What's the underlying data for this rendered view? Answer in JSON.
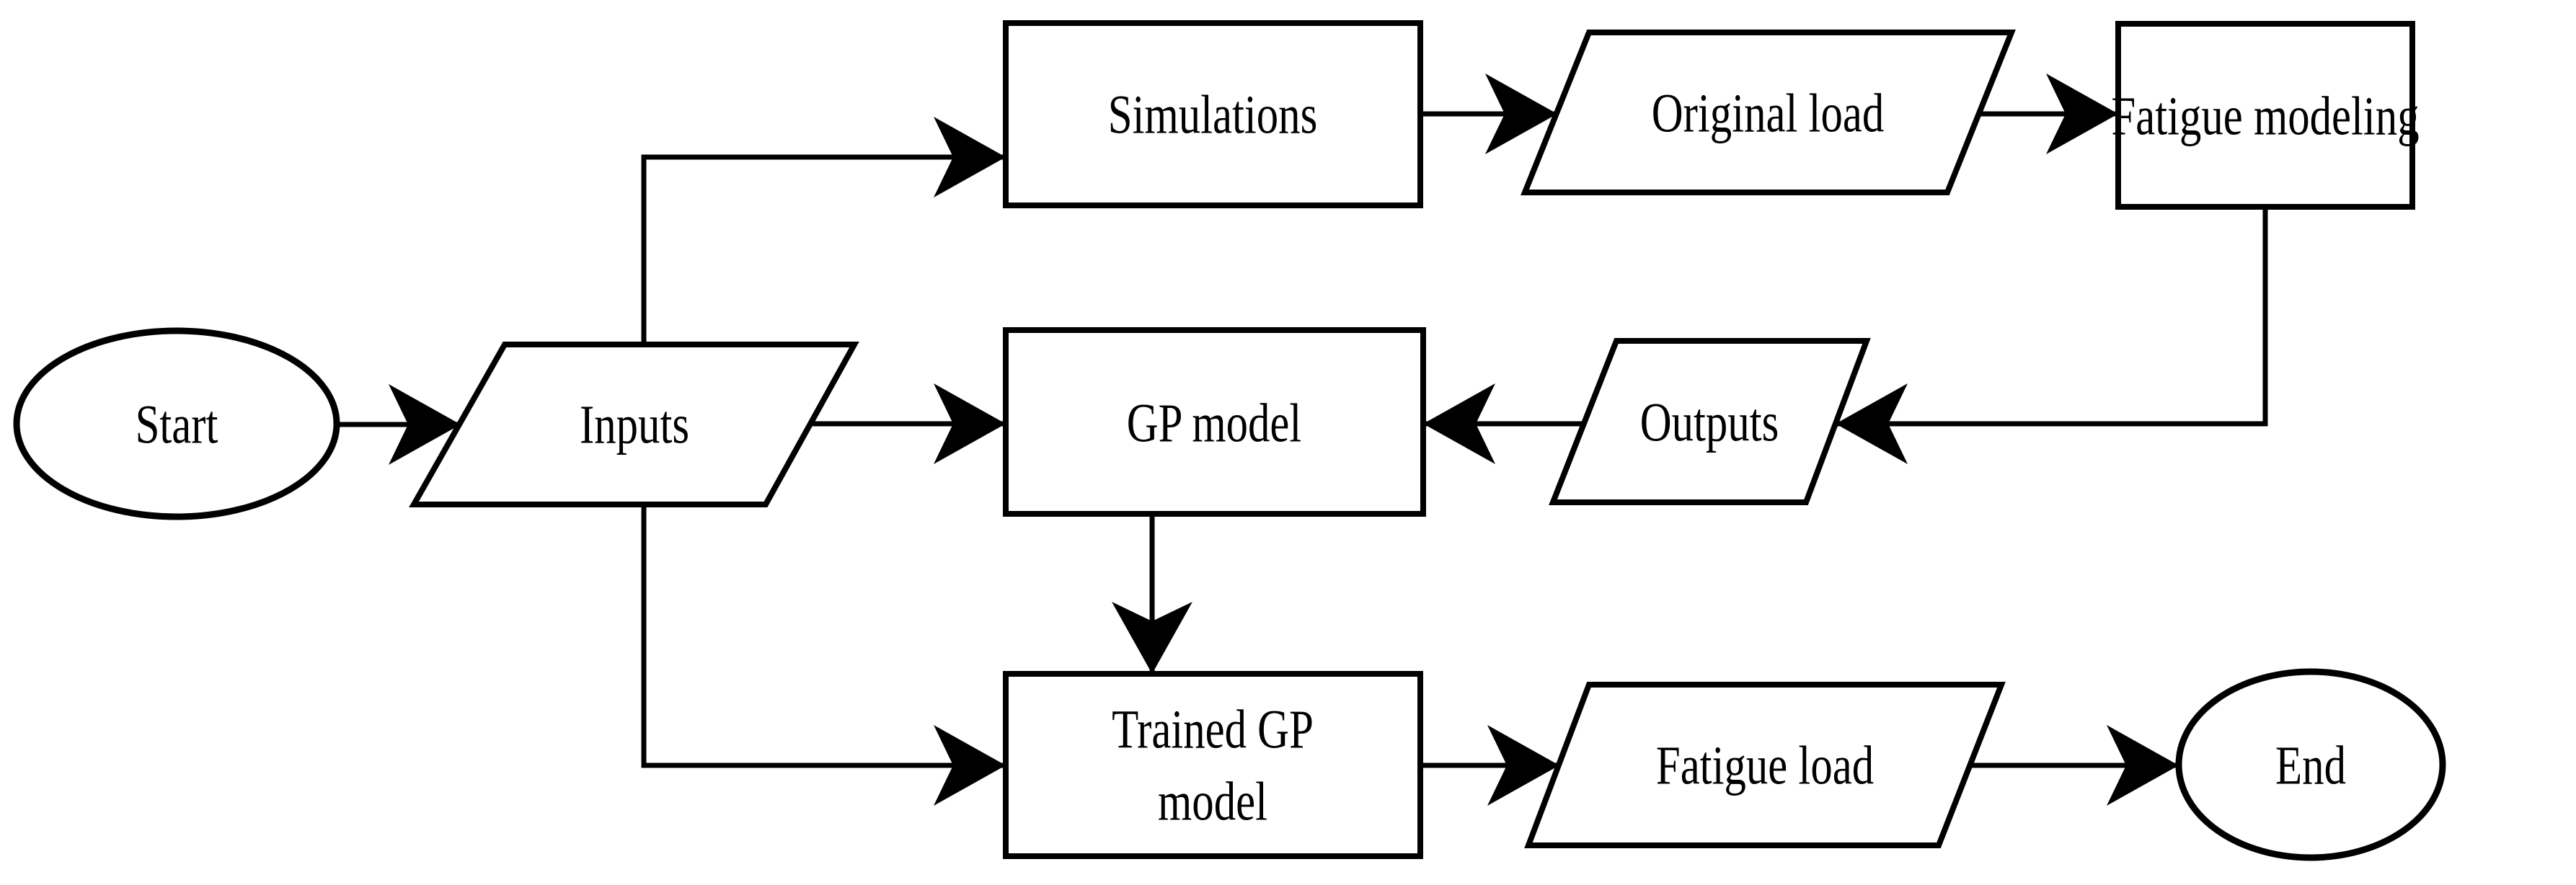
{
  "diagram": {
    "type": "flowchart",
    "background_color": "#ffffff",
    "line_color": "#000000",
    "node_fill_color": "#ffffff",
    "nodes": {
      "start": {
        "label": "Start",
        "shape": "ellipse"
      },
      "inputs": {
        "label": "Inputs",
        "shape": "parallelogram"
      },
      "simulations": {
        "label": "Simulations",
        "shape": "rectangle"
      },
      "original_load": {
        "label": "Original load",
        "shape": "parallelogram"
      },
      "fatigue_modeling": {
        "label": "Fatigue modeling",
        "shape": "rectangle"
      },
      "gp_model": {
        "label": "GP model",
        "shape": "rectangle"
      },
      "outputs": {
        "label": "Outputs",
        "shape": "parallelogram"
      },
      "trained_gp_model": {
        "label": "Trained GP model",
        "label_line1": "Trained GP",
        "label_line2": "model",
        "shape": "rectangle"
      },
      "fatigue_load": {
        "label": "Fatigue load",
        "shape": "parallelogram"
      },
      "end": {
        "label": "End",
        "shape": "ellipse"
      }
    },
    "edges": [
      {
        "from": "start",
        "to": "inputs"
      },
      {
        "from": "inputs",
        "to": "simulations"
      },
      {
        "from": "simulations",
        "to": "original_load"
      },
      {
        "from": "original_load",
        "to": "fatigue_modeling"
      },
      {
        "from": "fatigue_modeling",
        "to": "outputs"
      },
      {
        "from": "outputs",
        "to": "gp_model"
      },
      {
        "from": "inputs",
        "to": "gp_model"
      },
      {
        "from": "gp_model",
        "to": "trained_gp_model"
      },
      {
        "from": "inputs",
        "to": "trained_gp_model"
      },
      {
        "from": "trained_gp_model",
        "to": "fatigue_load"
      },
      {
        "from": "fatigue_load",
        "to": "end"
      }
    ]
  }
}
